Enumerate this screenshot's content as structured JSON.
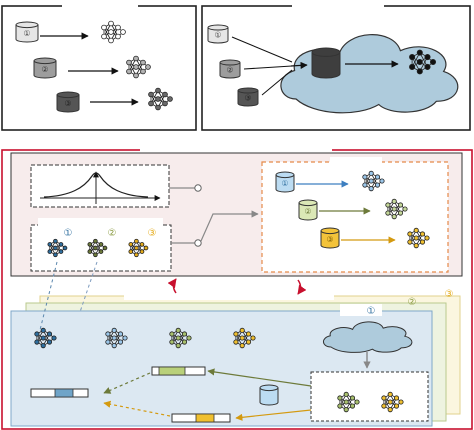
{
  "labels": {
    "n1": "①",
    "n2": "②",
    "n3": "③"
  },
  "colors": {
    "frame": "#222222",
    "red_frame": "#c8102e",
    "cloud": "#aecbdc",
    "pink_panel": "#f7ecec",
    "blue_panel": "#dce8f2",
    "green_panel": "#eef3e0",
    "yellow_panel": "#fbf6df",
    "blue": "#6aa6d8",
    "dark_blue": "#2f6f9f",
    "green": "#97b463",
    "olive": "#6d7a3a",
    "gold": "#e5ac1c",
    "gray_light": "#e6e6e6",
    "gray_mid": "#9d9d9d",
    "gray_dark": "#555555",
    "black_node": "#111111"
  },
  "icons": [
    "database-icon",
    "neural-network-icon",
    "cloud-icon",
    "bell-curve-icon",
    "switch-icon"
  ]
}
